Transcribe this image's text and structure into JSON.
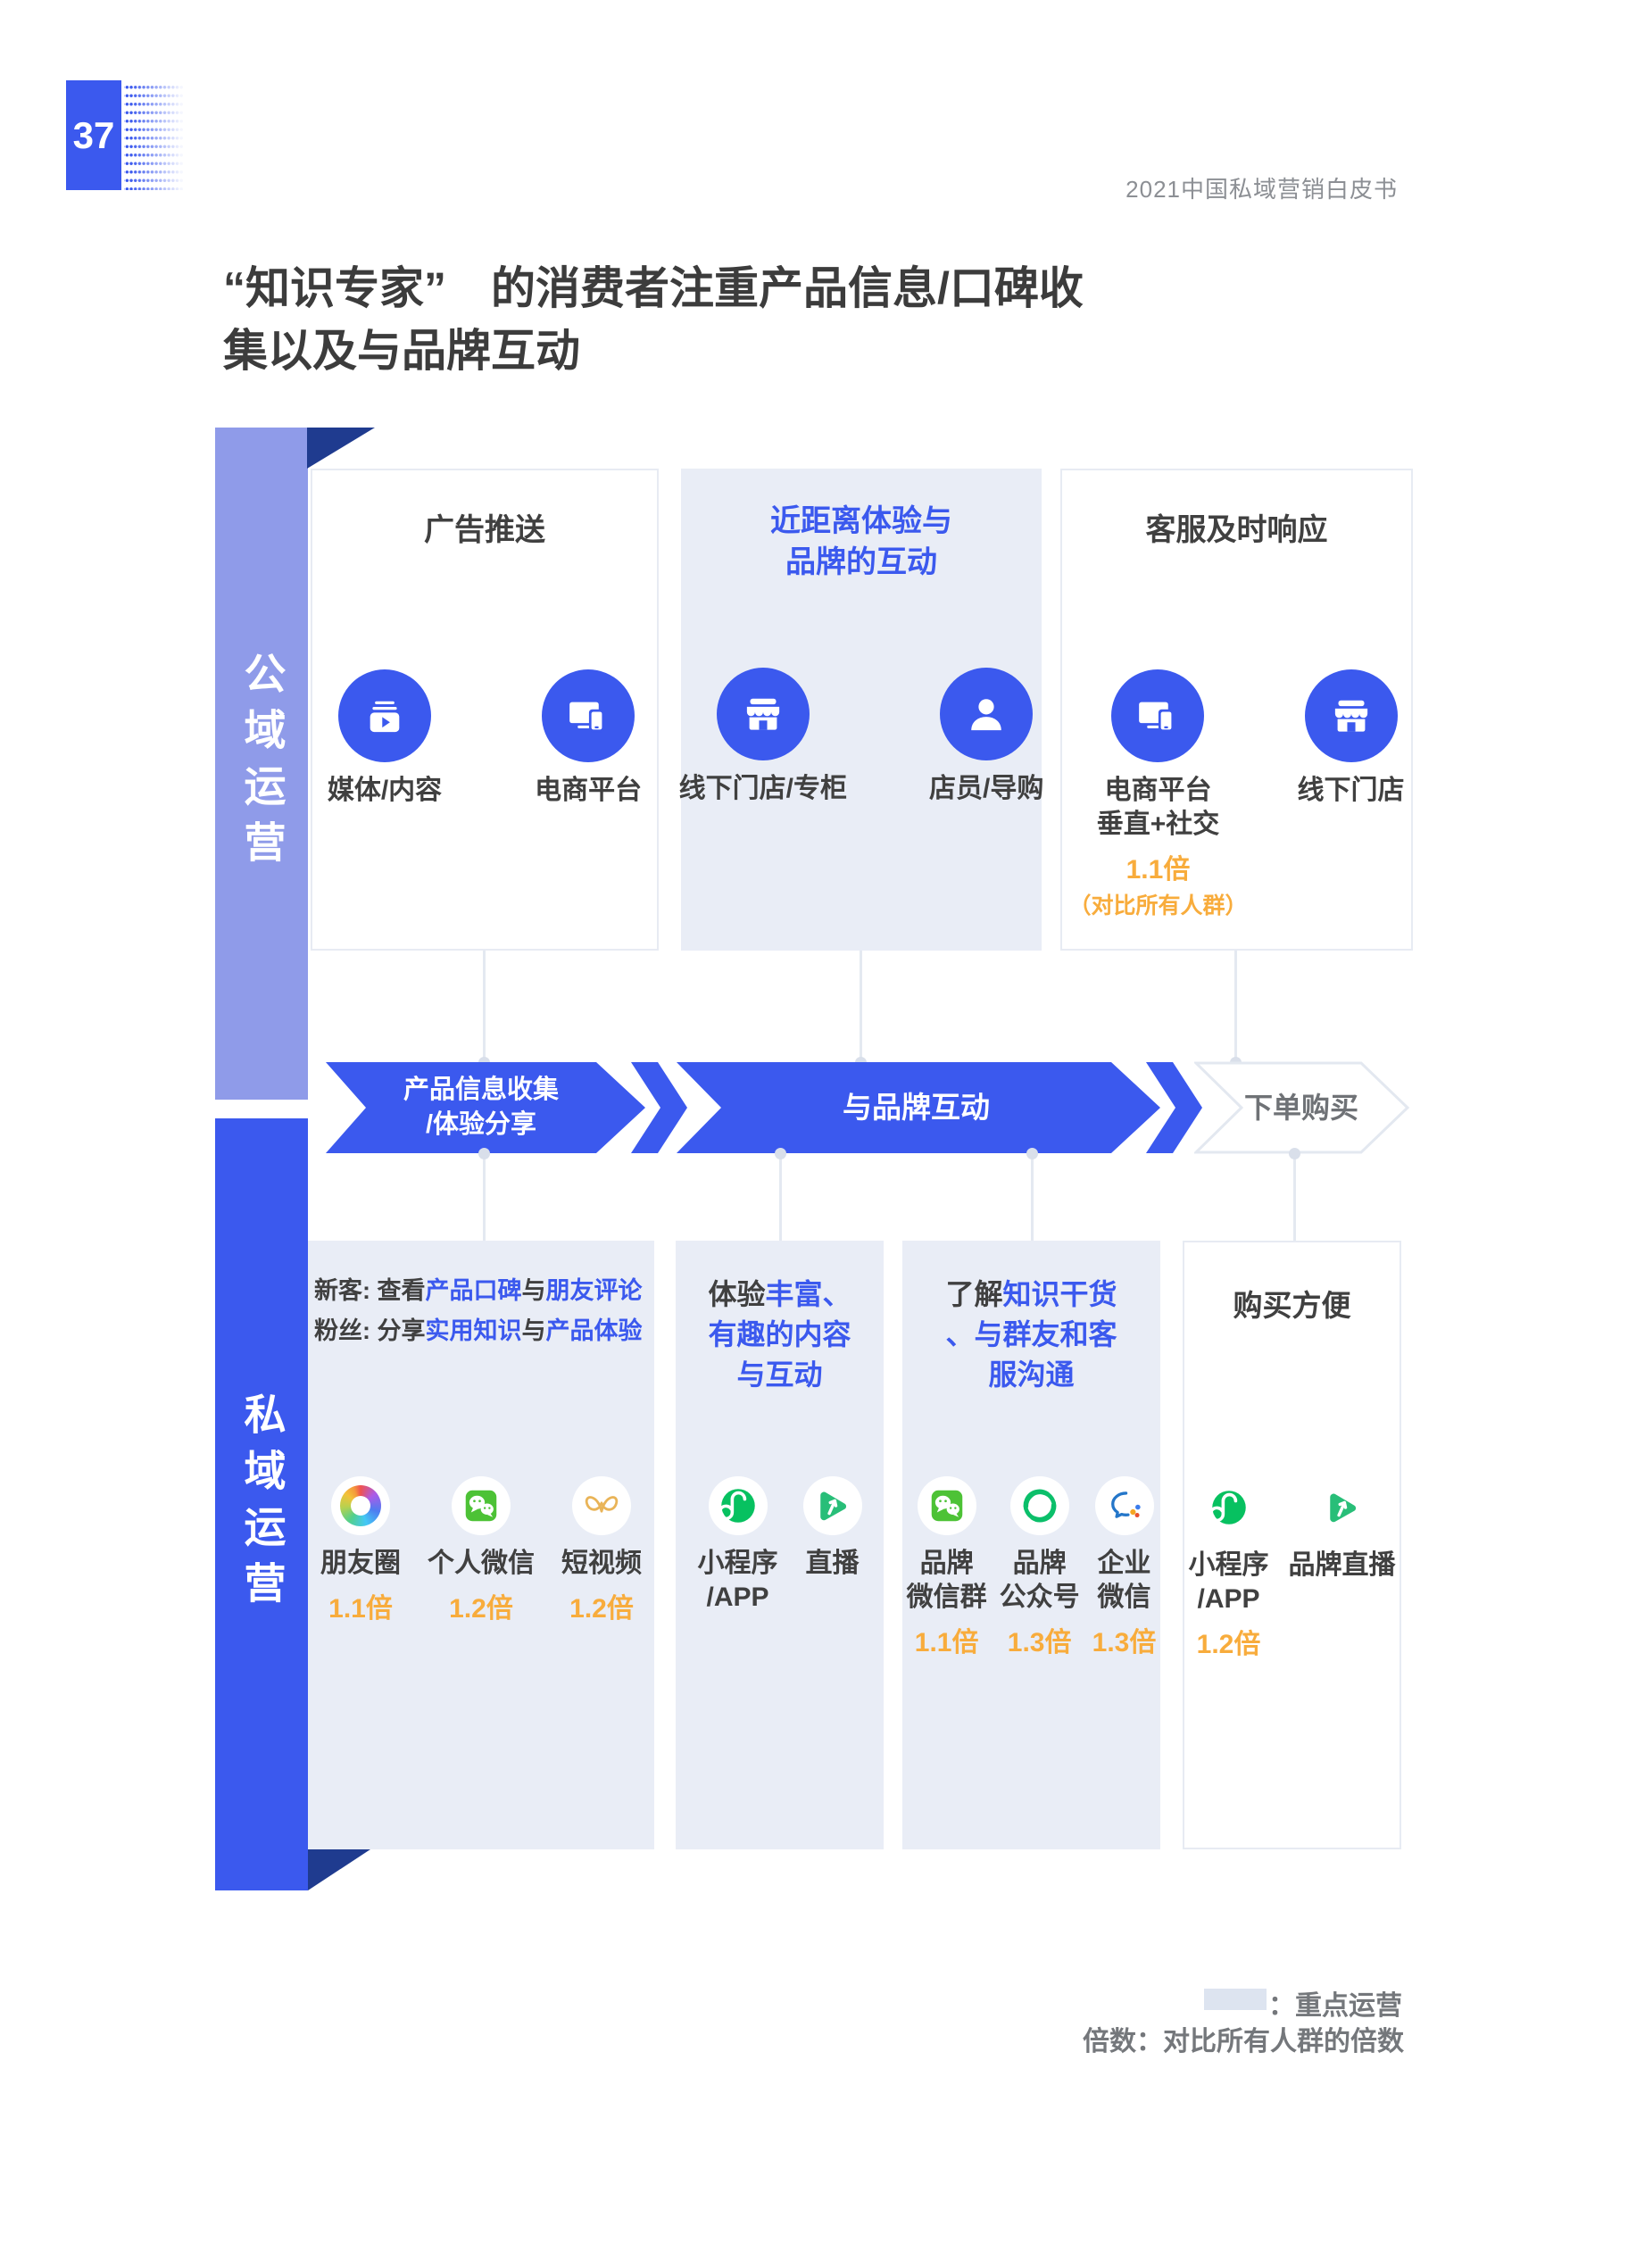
{
  "page": {
    "number": "37",
    "header": "2021中国私域营销白皮书",
    "title_line1": "“知识专家”　的消费者注重产品信息/口碑收",
    "title_line2": "集以及与品牌互动"
  },
  "colors": {
    "accent_blue": "#3B59EE",
    "lane_public": "#8F9BE9",
    "navy_fold": "#1F3B8F",
    "card_light": "#E9EDF6",
    "multiplier_orange": "#F8AC3C"
  },
  "lanes": {
    "public": "公域运营",
    "private": "私域运营"
  },
  "flow": {
    "step1_line1": "产品信息收集",
    "step1_line2": "/体验分享",
    "step2": "与品牌互动",
    "step3": "下单购买"
  },
  "public_cards": [
    {
      "title": "广告推送",
      "items": [
        {
          "icon": "media-content-icon",
          "label": "媒体/内容"
        },
        {
          "icon": "devices-icon",
          "label": "电商平台"
        }
      ]
    },
    {
      "title_line1": "近距离体验与",
      "title_line2": "品牌的互动",
      "items": [
        {
          "icon": "storefront-icon",
          "label": "线下门店/专柜"
        },
        {
          "icon": "person-icon",
          "label": "店员/导购"
        }
      ]
    },
    {
      "title": "客服及时响应",
      "items": [
        {
          "icon": "devices-icon",
          "label_line1": "电商平台",
          "label_line2": "垂直+社交",
          "multiplier": "1.1倍",
          "note": "（对比所有人群）"
        },
        {
          "icon": "storefront-icon",
          "label": "线下门店"
        }
      ]
    }
  ],
  "private_cards": [
    {
      "line1": [
        {
          "t": "新客: 查看"
        },
        {
          "t": "产品口碑"
        },
        {
          "t": "与"
        },
        {
          "t": "朋友评论"
        }
      ],
      "line2": [
        {
          "t": "粉丝: 分享"
        },
        {
          "t": "实用知识"
        },
        {
          "t": "与"
        },
        {
          "t": "产品体验"
        }
      ],
      "items": [
        {
          "icon": "moments-icon",
          "label": "朋友圈",
          "multiplier": "1.1倍"
        },
        {
          "icon": "wechat-icon",
          "label": "个人微信",
          "multiplier": "1.2倍"
        },
        {
          "icon": "weishi-icon",
          "label": "短视频",
          "multiplier": "1.2倍"
        }
      ]
    },
    {
      "title_l1a": "体验",
      "title_l1b": "丰富、",
      "title_l2": "有趣的内容",
      "title_l3": "与互动",
      "items": [
        {
          "icon": "miniprogram-icon",
          "label_line1": "小程序",
          "label_line2": "/APP"
        },
        {
          "icon": "live-icon",
          "label": "直播"
        }
      ]
    },
    {
      "title_l1a": "了解",
      "title_l1b": "知识干货",
      "title_l2": "、与群友和客",
      "title_l3": "服沟通",
      "items": [
        {
          "icon": "wechat-icon",
          "label_line1": "品牌",
          "label_line2": "微信群",
          "multiplier": "1.1倍"
        },
        {
          "icon": "official-account-icon",
          "label_line1": "品牌",
          "label_line2": "公众号",
          "multiplier": "1.3倍"
        },
        {
          "icon": "wecom-icon",
          "label_line1": "企业",
          "label_line2": "微信",
          "multiplier": "1.3倍"
        }
      ]
    },
    {
      "title": "购买方便",
      "items": [
        {
          "icon": "miniprogram-icon",
          "label_line1": "小程序",
          "label_line2": "/APP",
          "multiplier": "1.2倍"
        },
        {
          "icon": "live-icon",
          "label": "品牌直播"
        }
      ]
    }
  ],
  "legend": {
    "swatch_label": "：重点运营",
    "multiplier_note": "倍数：对比所有人群的倍数"
  }
}
